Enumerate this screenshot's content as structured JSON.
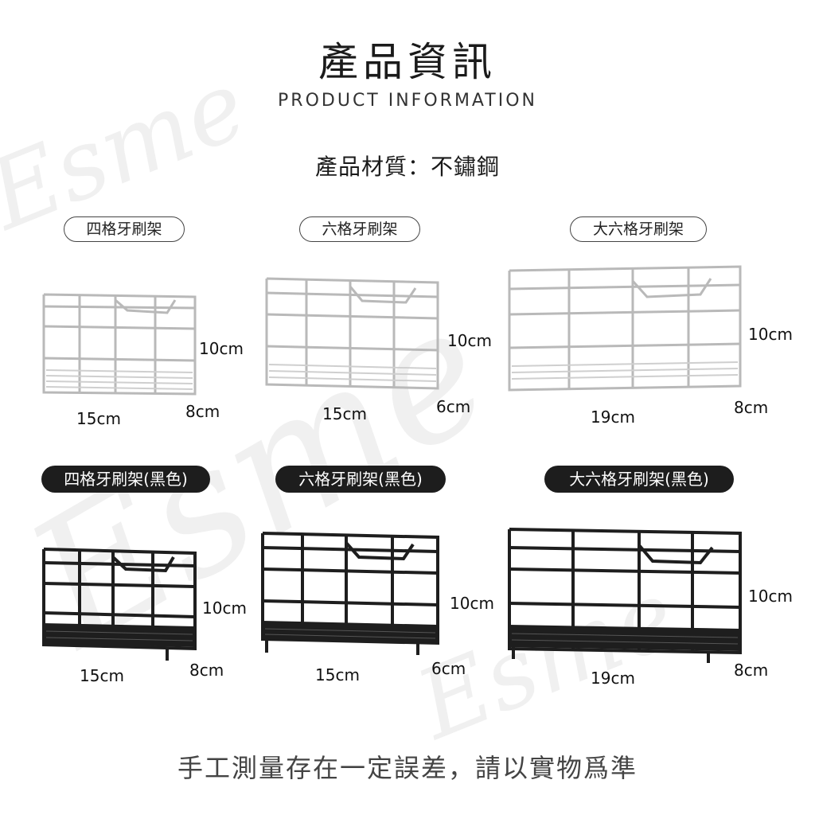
{
  "header": {
    "title": "產品資訊",
    "subtitle": "PRODUCT INFORMATION",
    "material": "產品材質：不鏽鋼"
  },
  "watermark": "Esme",
  "products_silver": [
    {
      "label": "四格牙刷架",
      "height": "10cm",
      "width": "15cm",
      "depth": "8cm"
    },
    {
      "label": "六格牙刷架",
      "height": "10cm",
      "width": "15cm",
      "depth": "6cm"
    },
    {
      "label": "大六格牙刷架",
      "height": "10cm",
      "width": "19cm",
      "depth": "8cm"
    }
  ],
  "products_black": [
    {
      "label": "四格牙刷架(黑色)",
      "height": "10cm",
      "width": "15cm",
      "depth": "8cm"
    },
    {
      "label": "六格牙刷架(黑色)",
      "height": "10cm",
      "width": "15cm",
      "depth": "6cm"
    },
    {
      "label": "大六格牙刷架(黑色)",
      "height": "10cm",
      "width": "19cm",
      "depth": "8cm"
    }
  ],
  "footer_note": "手工測量存在一定誤差，請以實物爲準",
  "colors": {
    "silver": "#b9b9b9",
    "black": "#1e1e1e",
    "pill_dark": "#1d1d1d"
  }
}
